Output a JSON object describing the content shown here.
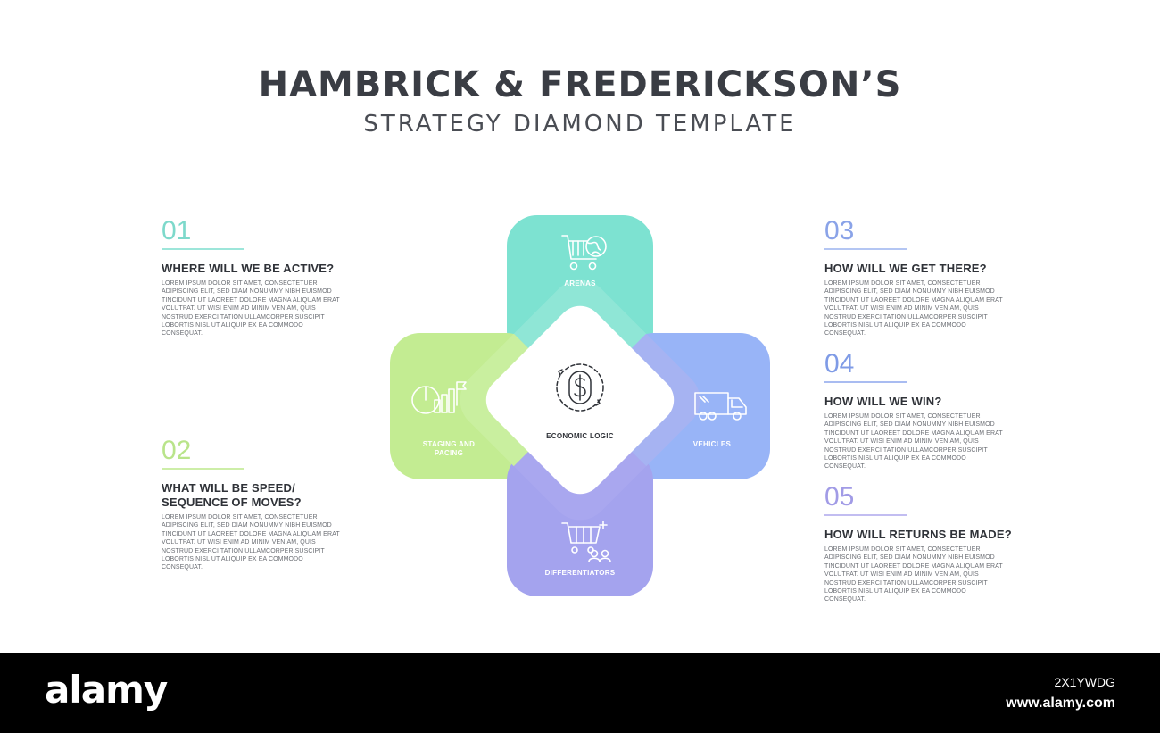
{
  "header": {
    "title": "HAMBRICK & FREDERICKSON’S",
    "subtitle": "STRATEGY DIAMOND TEMPLATE"
  },
  "colors": {
    "teal": "#7de2d1",
    "green": "#c3ec92",
    "blue": "#98b4f7",
    "purple": "#a4a3ee",
    "num_teal": "#7dd9cb",
    "num_green": "#b9e48a",
    "num_blue": "#7f9be6",
    "num_purple": "#a19be6"
  },
  "items": [
    {
      "number": "01",
      "heading": "WHERE WILL WE BE ACTIVE?",
      "body": "LOREM IPSUM DOLOR SIT AMET, CONSECTETUER ADIPISCING ELIT, SED DIAM NONUMMY NIBH EUISMOD TINCIDUNT UT LAOREET DOLORE MAGNA ALIQUAM ERAT VOLUTPAT. UT WISI ENIM AD MINIM VENIAM, QUIS NOSTRUD EXERCI TATION ULLAMCORPER SUSCIPIT LOBORTIS NISL UT ALIQUIP EX EA COMMODO CONSEQUAT."
    },
    {
      "number": "02",
      "heading": "WHAT WILL BE SPEED/ SEQUENCE OF MOVES?",
      "body": "LOREM IPSUM DOLOR SIT AMET, CONSECTETUER ADIPISCING ELIT, SED DIAM NONUMMY NIBH EUISMOD TINCIDUNT UT LAOREET DOLORE MAGNA ALIQUAM ERAT VOLUTPAT. UT WISI ENIM AD MINIM VENIAM, QUIS NOSTRUD EXERCI TATION ULLAMCORPER SUSCIPIT LOBORTIS NISL UT ALIQUIP EX EA COMMODO CONSEQUAT."
    },
    {
      "number": "03",
      "heading": "HOW WILL WE GET THERE?",
      "body": "LOREM IPSUM DOLOR SIT AMET, CONSECTETUER ADIPISCING ELIT, SED DIAM NONUMMY NIBH EUISMOD TINCIDUNT UT LAOREET DOLORE MAGNA ALIQUAM ERAT VOLUTPAT. UT WISI ENIM AD MINIM VENIAM, QUIS NOSTRUD EXERCI TATION ULLAMCORPER SUSCIPIT LOBORTIS NISL UT ALIQUIP EX EA COMMODO CONSEQUAT."
    },
    {
      "number": "04",
      "heading": "HOW WILL WE WIN?",
      "body": "LOREM IPSUM DOLOR SIT AMET, CONSECTETUER ADIPISCING ELIT, SED DIAM NONUMMY NIBH EUISMOD TINCIDUNT UT LAOREET DOLORE MAGNA ALIQUAM ERAT VOLUTPAT. UT WISI ENIM AD MINIM VENIAM, QUIS NOSTRUD EXERCI TATION ULLAMCORPER SUSCIPIT LOBORTIS NISL UT ALIQUIP EX EA COMMODO CONSEQUAT."
    },
    {
      "number": "05",
      "heading": "HOW WILL RETURNS BE MADE?",
      "body": "LOREM IPSUM DOLOR SIT AMET, CONSECTETUER ADIPISCING ELIT, SED DIAM NONUMMY NIBH EUISMOD TINCIDUNT UT LAOREET DOLORE MAGNA ALIQUAM ERAT VOLUTPAT. UT WISI ENIM AD MINIM VENIAM, QUIS NOSTRUD EXERCI TATION ULLAMCORPER SUSCIPIT LOBORTIS NISL UT ALIQUIP EX EA COMMODO CONSEQUAT."
    }
  ],
  "diamond": {
    "arenas": {
      "label": "ARENAS",
      "icon": "shopping-cart-globe-icon"
    },
    "staging": {
      "label": "STAGING AND PACING",
      "icon": "growth-chart-flag-icon"
    },
    "vehicles": {
      "label": "VEHICLES",
      "icon": "delivery-truck-icon"
    },
    "differentiators": {
      "label": "DIFFERENTIATORS",
      "icon": "cart-people-icon"
    },
    "center": {
      "label": "ECONOMIC LOGIC",
      "icon": "dollar-cycle-icon"
    }
  },
  "footer": {
    "brand": "alamy",
    "image_id": "2X1YWDG",
    "url": "www.alamy.com"
  }
}
